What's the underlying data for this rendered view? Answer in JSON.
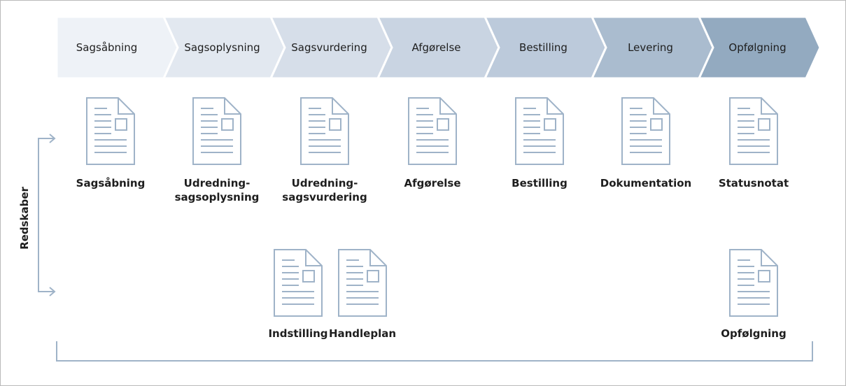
{
  "steps": [
    "Sagsåbning",
    "Sagsoplysning",
    "Sagsvurdering",
    "Afgørelse",
    "Bestilling",
    "Levering",
    "Opfølgning"
  ],
  "step_colors": [
    "#eef2f7",
    "#e2e8f0",
    "#d6dee9",
    "#c9d4e2",
    "#bccadb",
    "#aabccf",
    "#93aac0"
  ],
  "side_label": "Redskaber",
  "docs_row1": [
    "Sagsåbning",
    "Udredning-\nsagsoplysning",
    "Udredning-\nsagsvurdering",
    "Afgørelse",
    "Bestilling",
    "Dokumentation",
    "Statusnotat"
  ],
  "docs_row2": [
    "Indstilling",
    "Handleplan",
    "Opfølgning"
  ],
  "colors": {
    "line": "#9fb3c8",
    "text": "#1e1e1e"
  }
}
